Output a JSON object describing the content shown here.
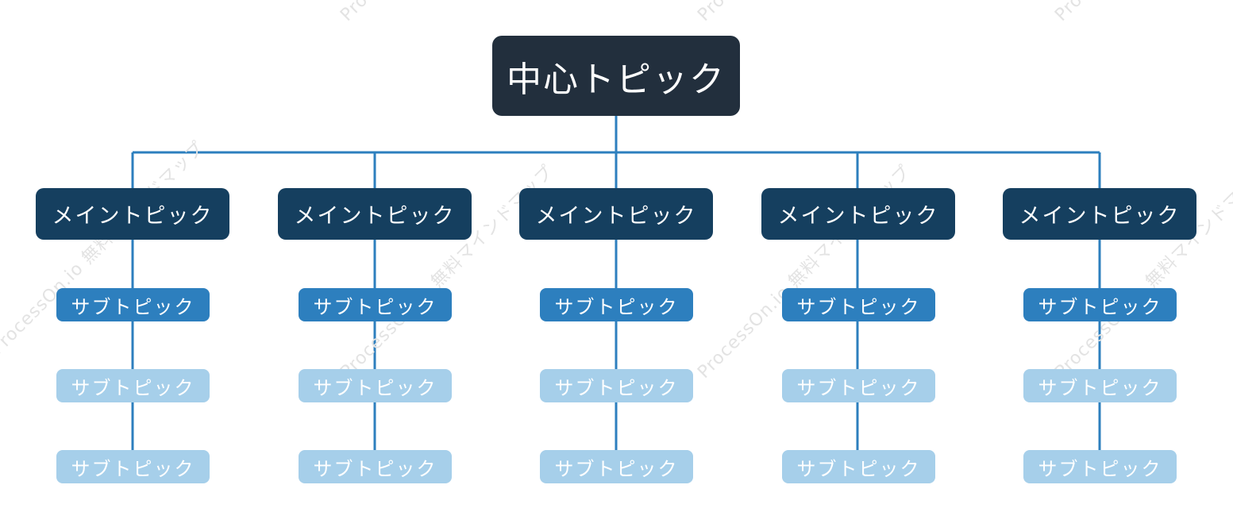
{
  "central_topic": "中心トピック",
  "branches": [
    {
      "main": "メイントピック",
      "subs": [
        "サブトピック",
        "サブトピック",
        "サブトピック"
      ]
    },
    {
      "main": "メイントピック",
      "subs": [
        "サブトピック",
        "サブトピック",
        "サブトピック"
      ]
    },
    {
      "main": "メイントピック",
      "subs": [
        "サブトピック",
        "サブトピック",
        "サブトピック"
      ]
    },
    {
      "main": "メイントピック",
      "subs": [
        "サブトピック",
        "サブトピック",
        "サブトピック"
      ]
    },
    {
      "main": "メイントピック",
      "subs": [
        "サブトピック",
        "サブトピック",
        "サブトピック"
      ]
    }
  ],
  "watermark_text": "ProcessOn.io 無料マインドマップ",
  "colors": {
    "central": "#222f3d",
    "main": "#153f5f",
    "sub_primary": "#2d7fbe",
    "sub_secondary": "#a6cfea",
    "connector": "#2d7fbe"
  }
}
